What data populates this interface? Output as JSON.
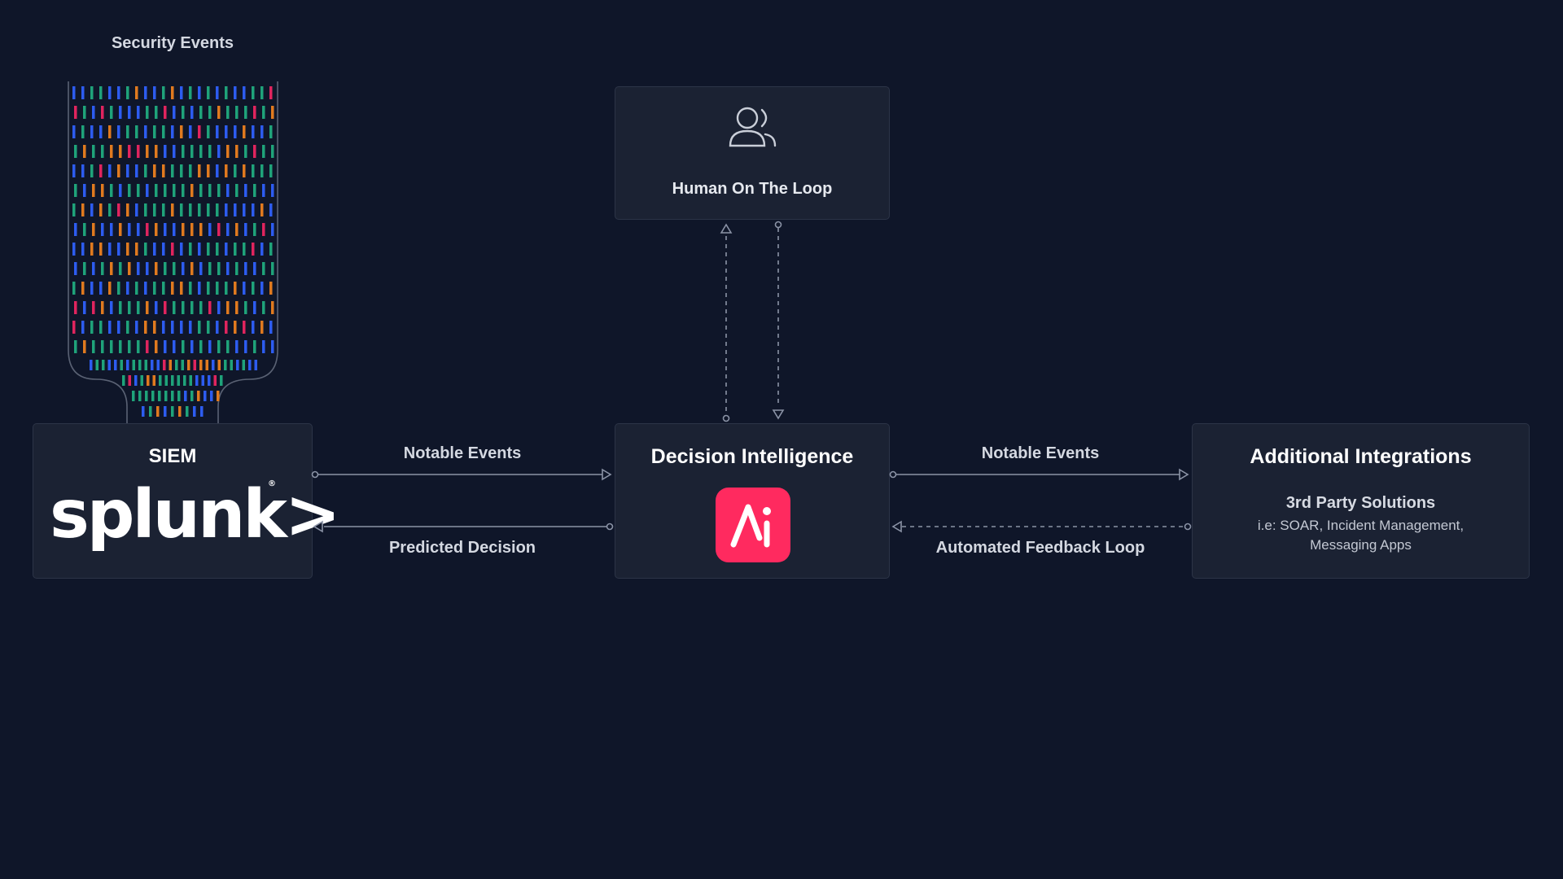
{
  "source": {
    "label": "Security Events"
  },
  "siem": {
    "title": "SIEM",
    "logo_text": "splunk>"
  },
  "decision": {
    "title": "Decision Intelligence",
    "logo_text": "Ai",
    "logo_color": "#ff2a5f"
  },
  "human": {
    "title": "Human On The Loop",
    "icon": "users-icon"
  },
  "integrations": {
    "title": "Additional Integrations",
    "subtitle": "3rd Party Solutions",
    "description_line1": "i.e: SOAR, Incident Management,",
    "description_line2": "Messaging Apps"
  },
  "flows": {
    "siem_to_di": "Notable Events",
    "di_to_siem": "Predicted Decision",
    "di_to_integrations": "Notable Events",
    "integrations_to_di": "Automated Feedback Loop"
  },
  "colors": {
    "background": "#0f1629",
    "box": "#1b2233",
    "box_border": "#2c3447",
    "connector": "#8b93a6",
    "event_palette": [
      "#1fa37a",
      "#2d5cf0",
      "#e07a1f",
      "#e0245e",
      "#0f7c5a",
      "#3a4fd6"
    ]
  }
}
